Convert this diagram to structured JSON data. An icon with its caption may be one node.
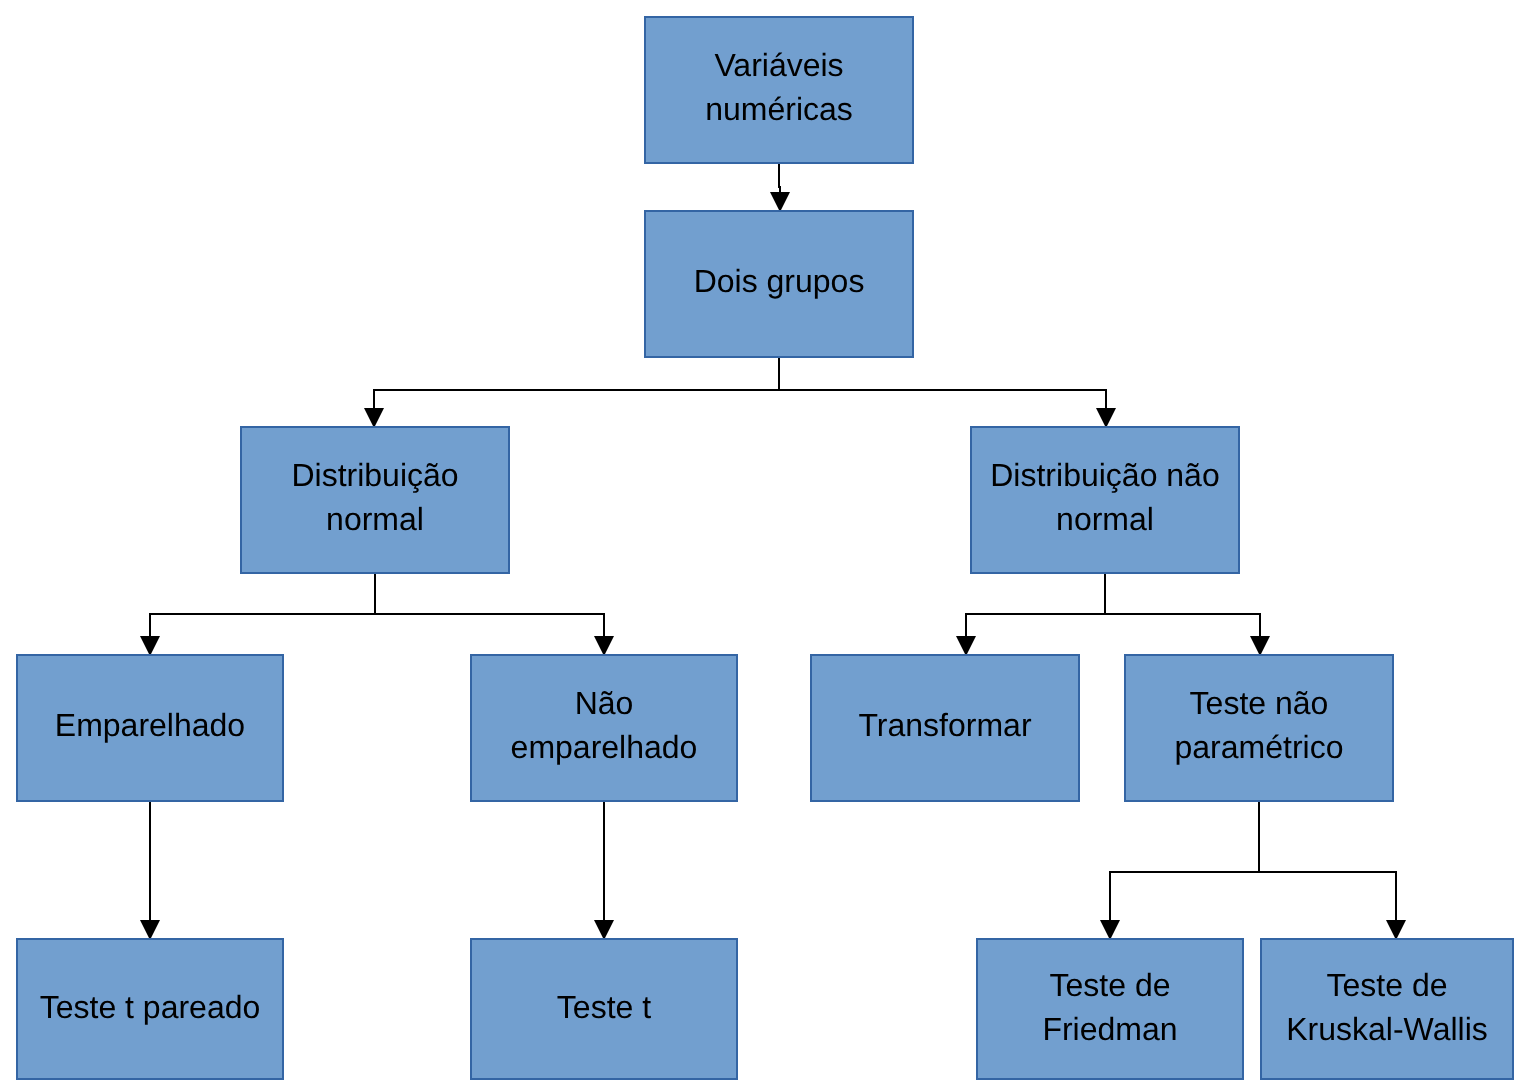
{
  "diagram": {
    "nodes": [
      {
        "text": [
          "Variáveis numéricas"
        ]
      },
      {
        "text": [
          "Dois grupos"
        ]
      },
      {
        "text": [
          "Distribuição normal"
        ]
      },
      {
        "text": [
          "Distribuição não normal"
        ]
      },
      {
        "text": [
          "Emparelhado"
        ]
      },
      {
        "text": [
          "Não emparelhado"
        ]
      },
      {
        "text": [
          "Transformar"
        ]
      },
      {
        "text": [
          "Teste não paramétrico"
        ]
      },
      {
        "text": [
          "Teste t pareado"
        ]
      },
      {
        "text": [
          "Teste t"
        ]
      },
      {
        "text": [
          "Teste de Friedman"
        ]
      },
      {
        "text": [
          "Teste de Kruskal-Wallis"
        ]
      }
    ],
    "edges": [
      {
        "from": 0,
        "to": 1,
        "arrow": "to"
      },
      {
        "from": 1,
        "to": 2,
        "arrow": "to"
      },
      {
        "from": 1,
        "to": 3,
        "arrow": "to"
      },
      {
        "from": 2,
        "to": 4,
        "arrow": "to"
      },
      {
        "from": 2,
        "to": 5,
        "arrow": "to"
      },
      {
        "from": 3,
        "to": 6,
        "arrow": "to"
      },
      {
        "from": 3,
        "to": 7,
        "arrow": "to"
      },
      {
        "from": 4,
        "to": 8,
        "arrow": "to"
      },
      {
        "from": 5,
        "to": 9,
        "arrow": "to"
      },
      {
        "from": 7,
        "to": 10,
        "arrow": "to"
      },
      {
        "from": 7,
        "to": 11,
        "arrow": "to"
      }
    ]
  }
}
